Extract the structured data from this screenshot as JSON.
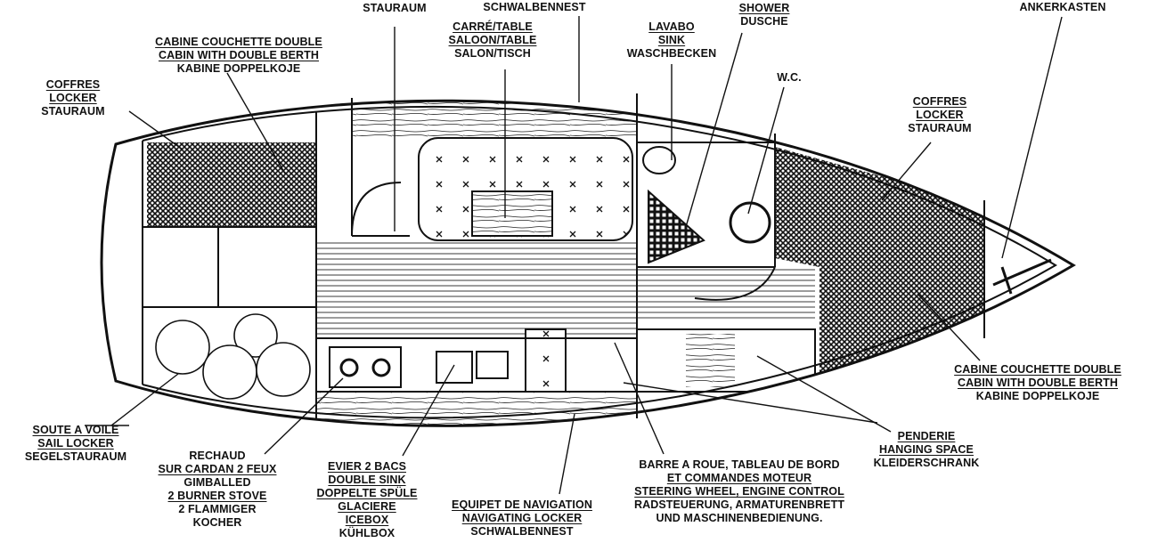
{
  "title": "Sailboat interior layout plan",
  "labels": {
    "storage_top": {
      "lines": [
        "STAURAUM"
      ]
    },
    "nav_top": {
      "lines": [
        "SCHWALBENNEST"
      ]
    },
    "saloon": {
      "lines": [
        "CARRÉ/TABLE",
        "SALOON/TABLE",
        "SALON/TISCH"
      ]
    },
    "sink": {
      "lines": [
        "LAVABO",
        "SINK",
        "WASCHBECKEN"
      ]
    },
    "shower": {
      "lines": [
        "SHOWER",
        "DUSCHE"
      ]
    },
    "wc": {
      "lines": [
        "W.C."
      ]
    },
    "anchor": {
      "lines": [
        "ANKERKASTEN"
      ]
    },
    "aft_cabin": {
      "lines": [
        "CABINE COUCHETTE DOUBLE",
        "CABIN WITH DOUBLE BERTH",
        "KABINE DOPPELKOJE"
      ]
    },
    "aft_locker": {
      "lines": [
        "COFFRES",
        "LOCKER",
        "STAURAUM"
      ]
    },
    "fwd_locker": {
      "lines": [
        "COFFRES",
        "LOCKER",
        "STAURAUM"
      ]
    },
    "fwd_cabin": {
      "lines": [
        "CABINE COUCHETTE DOUBLE",
        "CABIN WITH DOUBLE BERTH",
        "KABINE DOPPELKOJE"
      ]
    },
    "hanging": {
      "lines": [
        "PENDERIE",
        "HANGING SPACE",
        "KLEIDERSCHRANK"
      ]
    },
    "sail_locker": {
      "lines": [
        "SOUTE A VOILE",
        "SAIL LOCKER",
        "SEGELSTAURAUM"
      ]
    },
    "stove": {
      "lines": [
        "RECHAUD",
        "SUR CARDAN 2 FEUX",
        "GIMBALLED",
        "2 BURNER STOVE",
        "2 FLAMMIGER",
        "KOCHER"
      ]
    },
    "galley_sink": {
      "lines": [
        "EVIER 2 BACS",
        "DOUBLE SINK",
        "DOPPELTE SPÜLE",
        "GLACIERE",
        "ICEBOX",
        "KÜHLBOX"
      ]
    },
    "nav_locker": {
      "lines": [
        "EQUIPET DE NAVIGATION",
        "NAVIGATING LOCKER",
        "SCHWALBENNEST"
      ]
    },
    "helm": {
      "lines": [
        "BARRE A ROUE, TABLEAU DE BORD",
        "ET COMMANDES MOTEUR",
        "STEERING WHEEL, ENGINE CONTROL",
        "RADSTEUERUNG, ARMATURENBRETT",
        "UND MASCHINENBEDIENUNG."
      ]
    }
  }
}
